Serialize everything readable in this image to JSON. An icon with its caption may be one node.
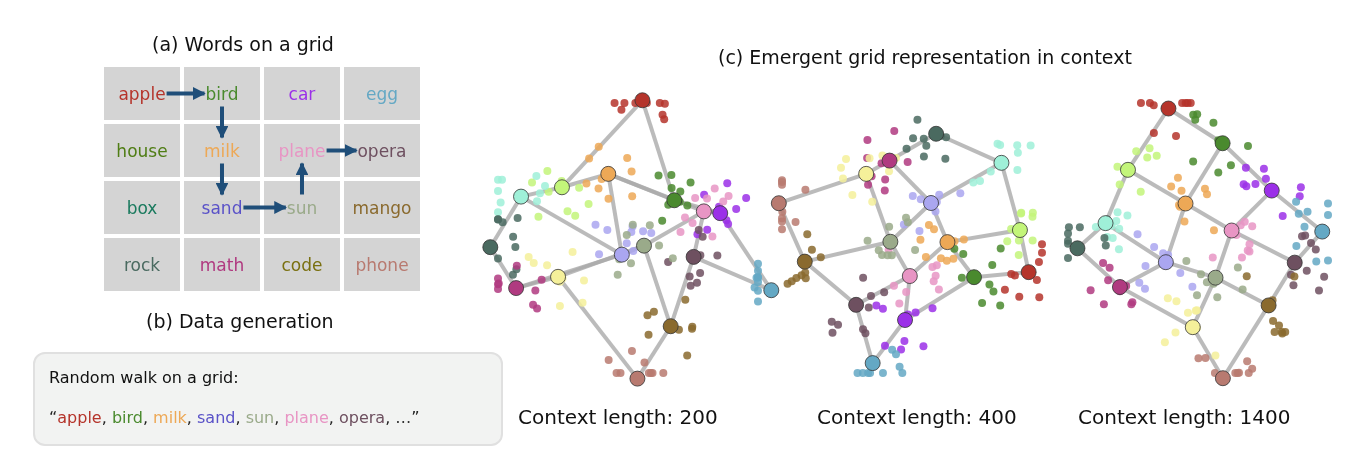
{
  "diagram": {
    "nodes": [
      {
        "text": [
          "apple"
        ]
      },
      {
        "text": [
          "bird"
        ]
      },
      {
        "text": [
          "car"
        ]
      },
      {
        "text": [
          "egg"
        ]
      },
      {
        "text": [
          "house"
        ]
      },
      {
        "text": [
          "milk"
        ]
      },
      {
        "text": [
          "plane"
        ]
      },
      {
        "text": [
          "opera"
        ]
      },
      {
        "text": [
          "box"
        ]
      },
      {
        "text": [
          "sand"
        ]
      },
      {
        "text": [
          "sun"
        ]
      },
      {
        "text": [
          "mango"
        ]
      },
      {
        "text": [
          "rock"
        ]
      },
      {
        "text": [
          "math"
        ]
      },
      {
        "text": [
          "code"
        ]
      },
      {
        "text": [
          "phone"
        ]
      },
      {
        "text": [
          "Random walk on a grid:",
          "“apple, bird, milk, sand, sun, plane, opera, …”"
        ]
      },
      {
        "text": [],
        "shape": "picture",
        "beside": [
          "Context length: 200"
        ]
      },
      {
        "text": [],
        "shape": "picture",
        "beside": [
          "Context length: 400"
        ]
      },
      {
        "text": [],
        "shape": "picture",
        "beside": [
          "Context length: 1400"
        ]
      }
    ],
    "edges": [
      {
        "from": 0,
        "to": 1,
        "arrow": "to"
      },
      {
        "from": 1,
        "to": 5,
        "arrow": "to"
      },
      {
        "from": 5,
        "to": 9,
        "arrow": "to"
      },
      {
        "from": 9,
        "to": 10,
        "arrow": "to"
      },
      {
        "from": 10,
        "to": 6,
        "arrow": "to"
      },
      {
        "from": 6,
        "to": 7,
        "arrow": "to"
      }
    ],
    "labels": [
      "(a) Words on a grid",
      "(c) Emergent grid representation in context",
      "(b) Data generation"
    ]
  }
}
